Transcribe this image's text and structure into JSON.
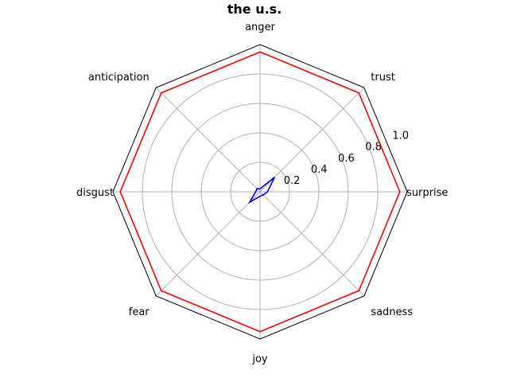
{
  "chart_data": {
    "type": "radar",
    "title": "the u.s.",
    "categories": [
      "surprise",
      "trust",
      "anger",
      "anticipation",
      "disgust",
      "fear",
      "joy",
      "sadness"
    ],
    "rlim": [
      0,
      1.0
    ],
    "rticks": [
      0.2,
      0.4,
      0.6,
      0.8,
      1.0
    ],
    "rtick_labels": [
      "0.2",
      "0.4",
      "0.6",
      "0.8",
      "1.0"
    ],
    "grid": true,
    "series": [
      {
        "color": "#ff0000",
        "values": [
          0.95,
          0.95,
          0.95,
          0.95,
          0.95,
          0.95,
          0.95,
          0.95
        ]
      },
      {
        "color": "#0000ff",
        "values": [
          0.05,
          0.14,
          0.02,
          0.03,
          0.03,
          0.1,
          0.03,
          0.03
        ]
      }
    ],
    "frame_color": "#000000",
    "grid_color": "#b0b0b0"
  }
}
